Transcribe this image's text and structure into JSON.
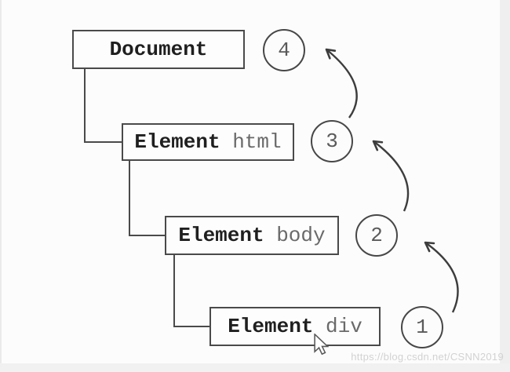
{
  "page": {
    "watermark": "https://blog.csdn.net/CSNN2019"
  },
  "diagram": {
    "description": "DOM event bubbling order diagram",
    "nodes": [
      {
        "name": "Document",
        "tag": "",
        "order": "4"
      },
      {
        "name": "Element",
        "tag": "html",
        "order": "3"
      },
      {
        "name": "Element",
        "tag": "body",
        "order": "2"
      },
      {
        "name": "Element",
        "tag": "div",
        "order": "1"
      }
    ],
    "colors": {
      "box_border": "#4a4a4a",
      "bold_text": "#1f1f1f",
      "tag_text": "#6a6a6a",
      "badge_text": "#5a5a5a",
      "arrow": "#3d3d3d",
      "background": "#fcfcfc",
      "gutter": "#f0f0f0"
    }
  }
}
